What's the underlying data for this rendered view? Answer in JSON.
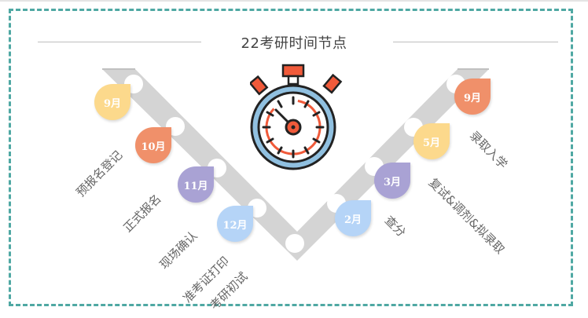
{
  "title": "22考研时间节点",
  "colors": {
    "frame_border": "#4fa8a3",
    "track": "#d4d4d4",
    "yellow": "#fcd98c",
    "orange": "#f0906a",
    "purple": "#a9a2d4",
    "blue": "#b5d4f7",
    "stopwatch_red": "#f05a3a",
    "stopwatch_blue": "#90c0e0"
  },
  "timeline_left": [
    {
      "month": "9月",
      "event": "预报名登记",
      "color": "#fcd98c"
    },
    {
      "month": "10月",
      "event": "正式报名",
      "color": "#f0906a"
    },
    {
      "month": "11月",
      "event": "现场确认",
      "color": "#a9a2d4"
    },
    {
      "month": "12月",
      "event": "准考证打印",
      "event2": "考研初试",
      "color": "#b5d4f7"
    }
  ],
  "timeline_right": [
    {
      "month": "2月",
      "event": "查分",
      "color": "#b5d4f7"
    },
    {
      "month": "3月",
      "event": "复试&调剂&拟录取",
      "color": "#a9a2d4"
    },
    {
      "month": "5月",
      "event": "",
      "color": "#fcd98c"
    },
    {
      "month": "9月",
      "event": "录取入学",
      "color": "#f0906a"
    }
  ],
  "icons": {
    "center": "stopwatch-icon"
  }
}
